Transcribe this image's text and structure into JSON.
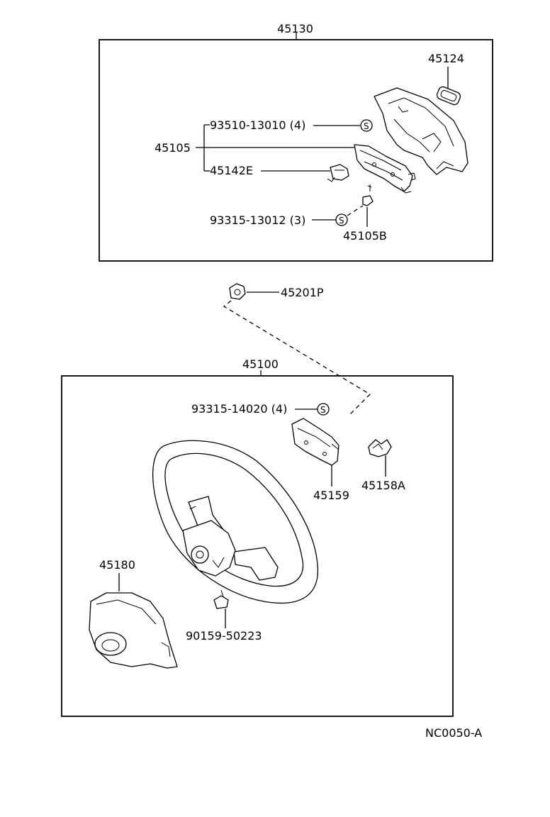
{
  "diagram_code": "NC0050-A",
  "assemblies": {
    "upper": {
      "number": "45130"
    },
    "lower": {
      "number": "45100"
    }
  },
  "parts": {
    "p45124": "45124",
    "p93510": "93510-13010 (4)",
    "p45105": "45105",
    "p45142E": "45142E",
    "p93315_13012": "93315-13012 (3)",
    "p45105B": "45105B",
    "p45201P": "45201P",
    "p93315_14020": "93315-14020 (4)",
    "p45159": "45159",
    "p45158A": "45158A",
    "p45180": "45180",
    "p90159": "90159-50223"
  },
  "standard_mark": "S"
}
